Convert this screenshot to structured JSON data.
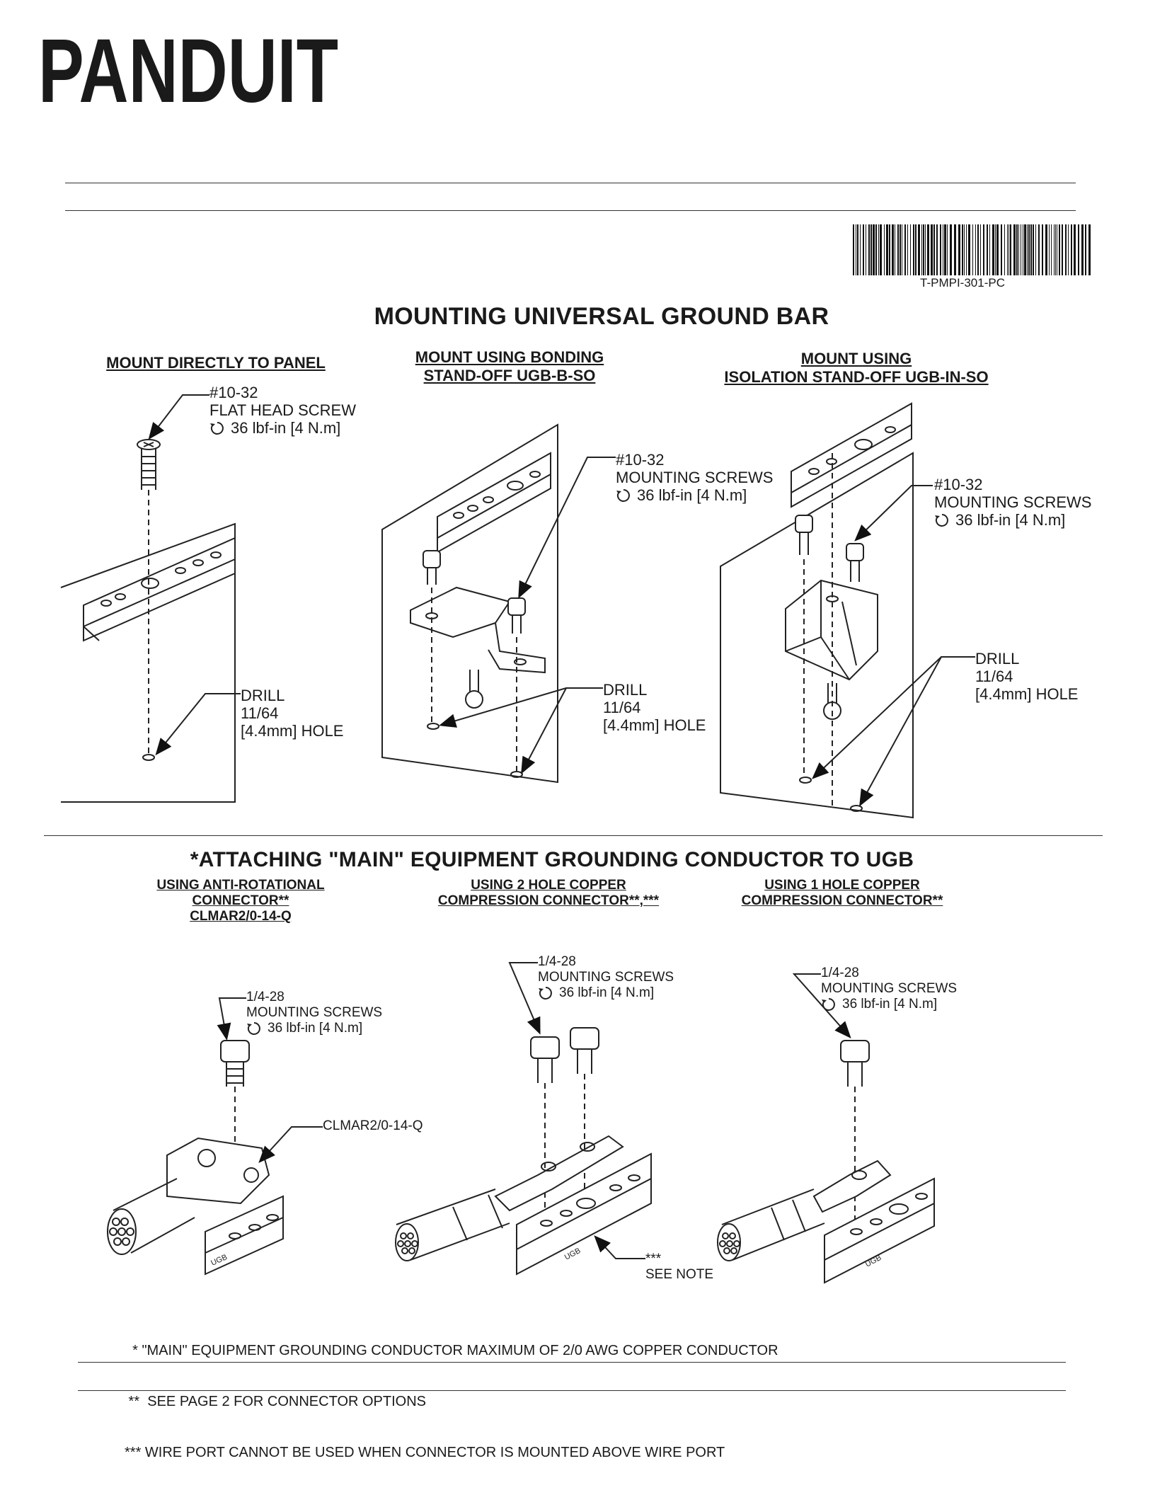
{
  "brand": {
    "logo_text": "PANDUIT"
  },
  "doc_code": "T-PMPI-301-PC",
  "section1": {
    "title": "MOUNTING UNIVERSAL GROUND BAR",
    "col1": {
      "heading": "MOUNT DIRECTLY TO PANEL",
      "screw_size": "#10-32",
      "screw_type": "FLAT HEAD SCREW",
      "torque": "36 lbf-in [4 N.m]",
      "drill_label": "DRILL",
      "drill_size": "11/64",
      "drill_hole": "[4.4mm] HOLE"
    },
    "col2": {
      "heading_line1": "MOUNT USING BONDING",
      "heading_line2": "STAND-OFF  UGB-B-SO",
      "screw_size": "#10-32",
      "screw_type": "MOUNTING SCREWS",
      "torque": "36 lbf-in [4 N.m]",
      "drill_label": "DRILL",
      "drill_size": "11/64",
      "drill_hole": "[4.4mm] HOLE"
    },
    "col3": {
      "heading_line1": "MOUNT USING",
      "heading_line2": "ISOLATION STAND-OFF UGB-IN-SO",
      "screw_size": "#10-32",
      "screw_type": "MOUNTING SCREWS",
      "torque": "36 lbf-in [4 N.m]",
      "drill_label": "DRILL",
      "drill_size": "11/64",
      "drill_hole": "[4.4mm] HOLE"
    }
  },
  "section2": {
    "title": "*ATTACHING \"MAIN\" EQUIPMENT GROUNDING CONDUCTOR TO UGB",
    "col1": {
      "heading_line1": "USING ANTI-ROTATIONAL",
      "heading_line2": "CONNECTOR**",
      "heading_line3": "CLMAR2/0-14-Q",
      "screw_size": "1/4-28",
      "screw_type": "MOUNTING SCREWS",
      "torque": "36 lbf-in [4 N.m]",
      "part_label": "CLMAR2/0-14-Q"
    },
    "col2": {
      "heading_line1": "USING 2 HOLE COPPER",
      "heading_line2": "COMPRESSION CONNECTOR**,***",
      "screw_size": "1/4-28",
      "screw_type": "MOUNTING SCREWS",
      "torque": "36 lbf-in [4 N.m]",
      "note_marker": "***",
      "note_label": "SEE NOTE"
    },
    "col3": {
      "heading_line1": "USING 1 HOLE COPPER",
      "heading_line2": "COMPRESSION CONNECTOR**",
      "screw_size": "1/4-28",
      "screw_type": "MOUNTING SCREWS",
      "torque": "36 lbf-in [4 N.m]"
    },
    "bar_label": "UGB"
  },
  "notes": [
    "  * \"MAIN\" EQUIPMENT GROUNDING CONDUCTOR MAXIMUM OF 2/0 AWG COPPER CONDUCTOR",
    " **  SEE PAGE 2 FOR CONNECTOR OPTIONS",
    "*** WIRE PORT CANNOT BE USED WHEN CONNECTOR IS MOUNTED ABOVE WIRE PORT"
  ]
}
